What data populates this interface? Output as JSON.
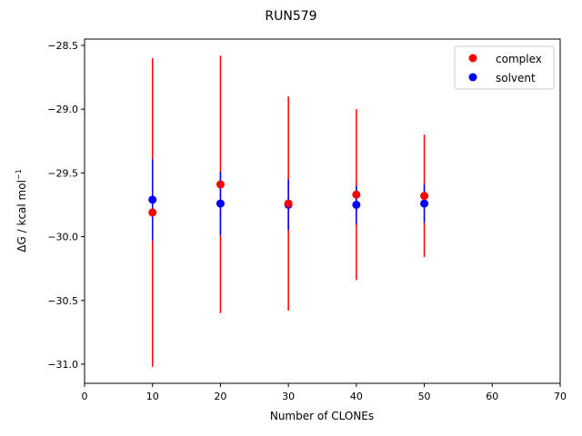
{
  "chart_data": {
    "type": "scatter",
    "title": "RUN579",
    "xlabel": "Number of CLONEs",
    "ylabel_main": "ΔG / kcal mol",
    "ylabel_sup": "−1",
    "xlim": [
      0,
      70
    ],
    "ylim": [
      -31.15,
      -28.45
    ],
    "xticks": [
      0,
      10,
      20,
      30,
      40,
      50,
      60,
      70
    ],
    "xtick_labels": [
      "0",
      "10",
      "20",
      "30",
      "40",
      "50",
      "60",
      "70"
    ],
    "yticks": [
      -31.0,
      -30.5,
      -30.0,
      -29.5,
      -29.0,
      -28.5
    ],
    "ytick_labels": [
      "−31.0",
      "−30.5",
      "−30.0",
      "−29.5",
      "−29.0",
      "−28.5"
    ],
    "grid": false,
    "legend_position": "top-right",
    "series": [
      {
        "name": "complex",
        "color": "#ff0000",
        "x": [
          10,
          20,
          30,
          40,
          50
        ],
        "y": [
          -29.81,
          -29.59,
          -29.74,
          -29.67,
          -29.68
        ],
        "err": [
          1.21,
          1.01,
          0.84,
          0.67,
          0.48
        ]
      },
      {
        "name": "solvent",
        "color": "#0000ff",
        "x": [
          10,
          20,
          30,
          40,
          50
        ],
        "y": [
          -29.71,
          -29.74,
          -29.75,
          -29.75,
          -29.74
        ],
        "err": [
          0.32,
          0.25,
          0.2,
          0.15,
          0.15
        ]
      }
    ]
  }
}
